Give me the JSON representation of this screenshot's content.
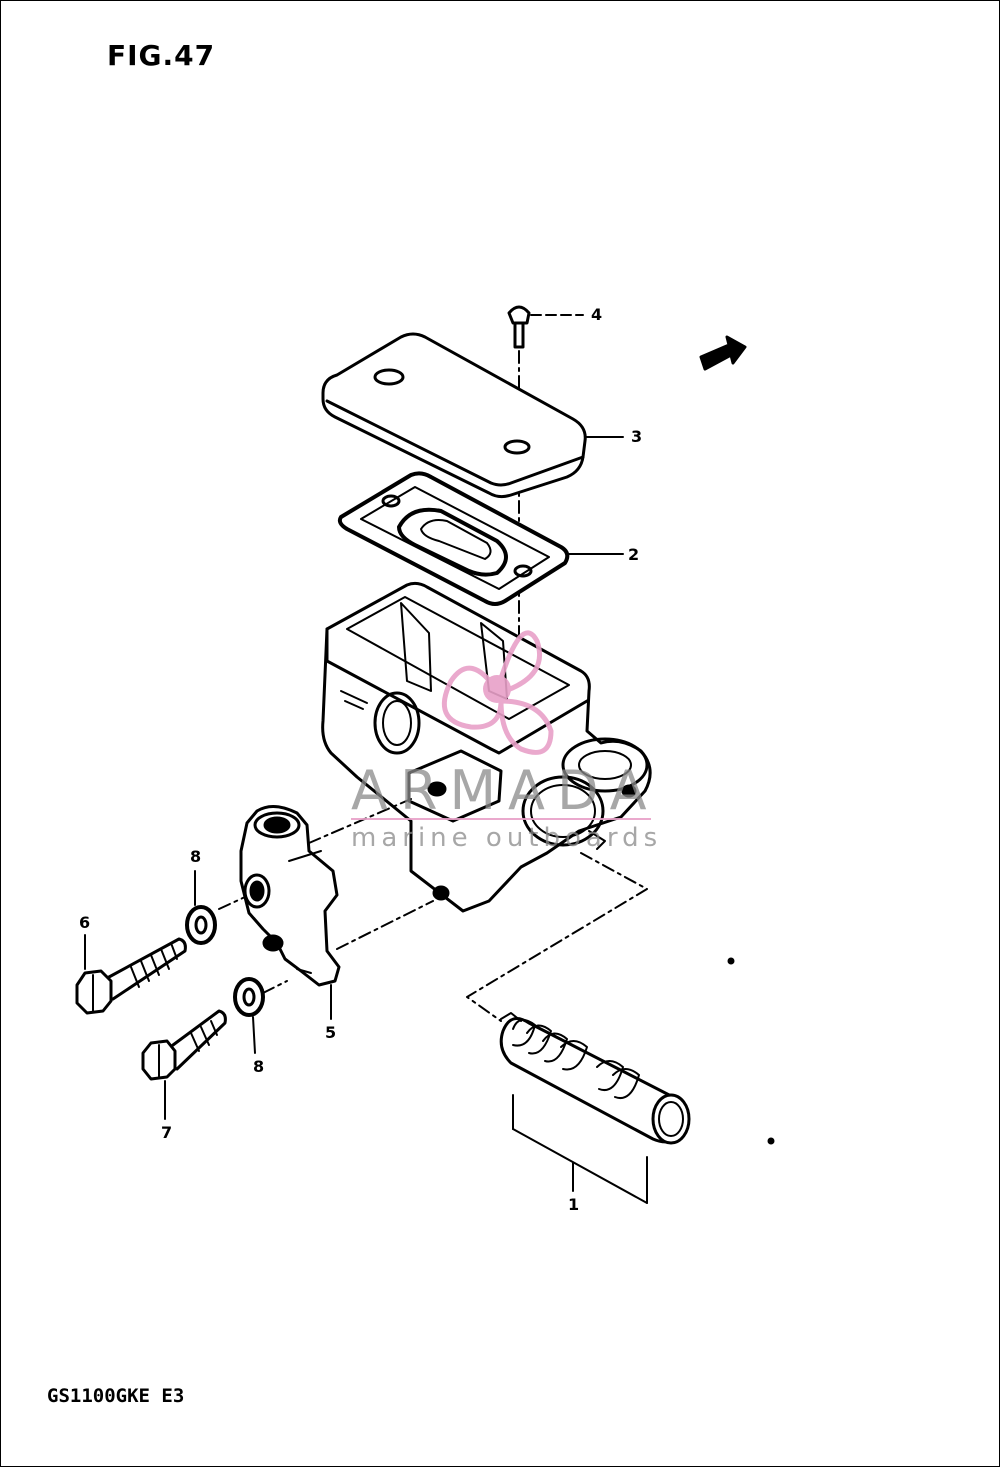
{
  "figure": {
    "title": "FIG.47"
  },
  "model": {
    "code": "GS1100GKE E3"
  },
  "callouts": {
    "c1": "1",
    "c2": "2",
    "c3": "3",
    "c4": "4",
    "c5": "5",
    "c6": "6",
    "c7": "7",
    "c8a": "8",
    "c8b": "8"
  },
  "watermark": {
    "brand": "ARMADA",
    "tagline": "marine outboards",
    "color": "#e8a0c8"
  },
  "colors": {
    "line": "#000000",
    "background": "#ffffff"
  }
}
